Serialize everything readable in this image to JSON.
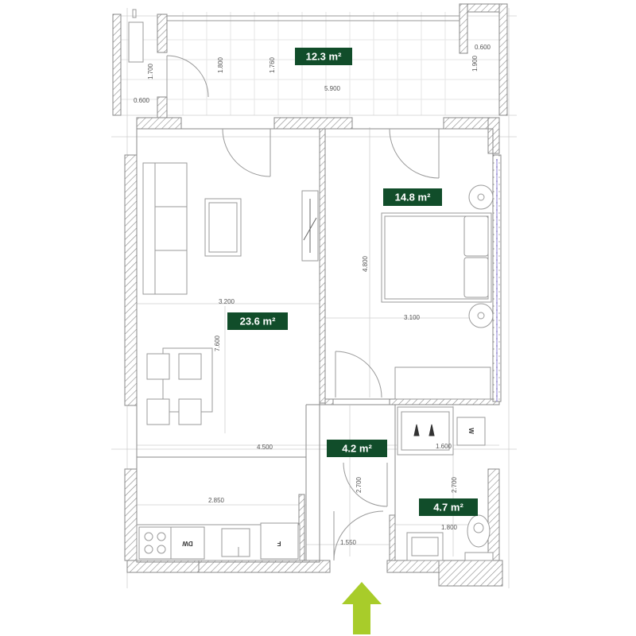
{
  "colors": {
    "label_bg": "#114d2a",
    "label_text": "#ffffff",
    "wall": "#8a8a8a",
    "line": "#9a9a9a",
    "grid": "#e3e3e3",
    "entrance_arrow": "#a8cc2a"
  },
  "rooms": [
    {
      "id": "terrace",
      "area_label": "12.3 m²"
    },
    {
      "id": "bedroom",
      "area_label": "14.8 m²"
    },
    {
      "id": "living",
      "area_label": "23.6 m²"
    },
    {
      "id": "hall",
      "area_label": "4.2 m²"
    },
    {
      "id": "bathroom",
      "area_label": "4.7 m²"
    }
  ],
  "dimensions": [
    "1.700",
    "1.800",
    "1.760",
    "5.900",
    "0.600",
    "1.900",
    "0.600",
    "3.200",
    "7.600",
    "4.800",
    "3.100",
    "4.500",
    "1.600",
    "2.700",
    "2.700",
    "2.850",
    "1.800",
    "1.550"
  ],
  "appliance_labels": {
    "dishwasher": "DW",
    "fridge": "F",
    "washer": "W"
  },
  "icons": {
    "entrance": "entrance-arrow-icon"
  }
}
